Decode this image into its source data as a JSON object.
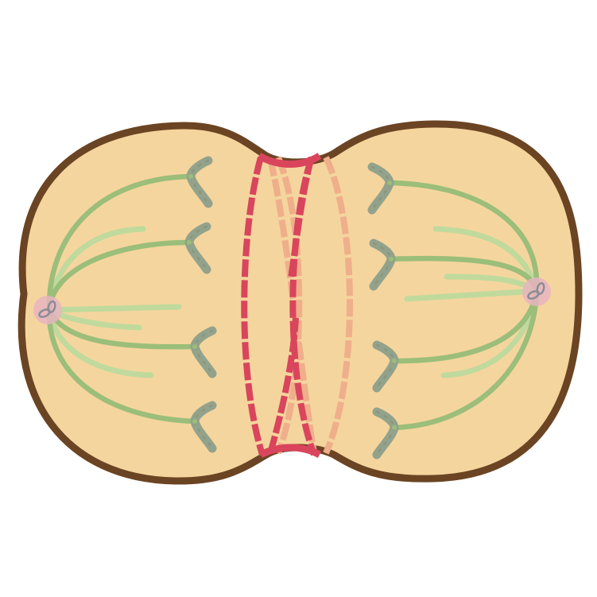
{
  "diagram": {
    "subject": "cytokinesis",
    "colors": {
      "background": "#ffffff",
      "cytoplasm": "#F5D59E",
      "membrane": "#6B4423",
      "microtubule_kinetochore": "#9BBE7A",
      "microtubule_polar": "#BFDA9C",
      "chromatid": "#93A28B",
      "chromatid_dark": "#7E8B77",
      "centrosome": "#E8B4C0",
      "centriole": "#8C8C98",
      "contractile_ring_front": "#D9455C",
      "contractile_ring_back": "#EFAF8B",
      "ring_segment_gap": "#F5D59E"
    },
    "spindles": [
      {
        "side": "left",
        "chromatid_count": 4
      },
      {
        "side": "right",
        "chromatid_count": 4
      }
    ],
    "contractile_ring": {
      "front_rings": 2,
      "back_rings": 2
    }
  }
}
